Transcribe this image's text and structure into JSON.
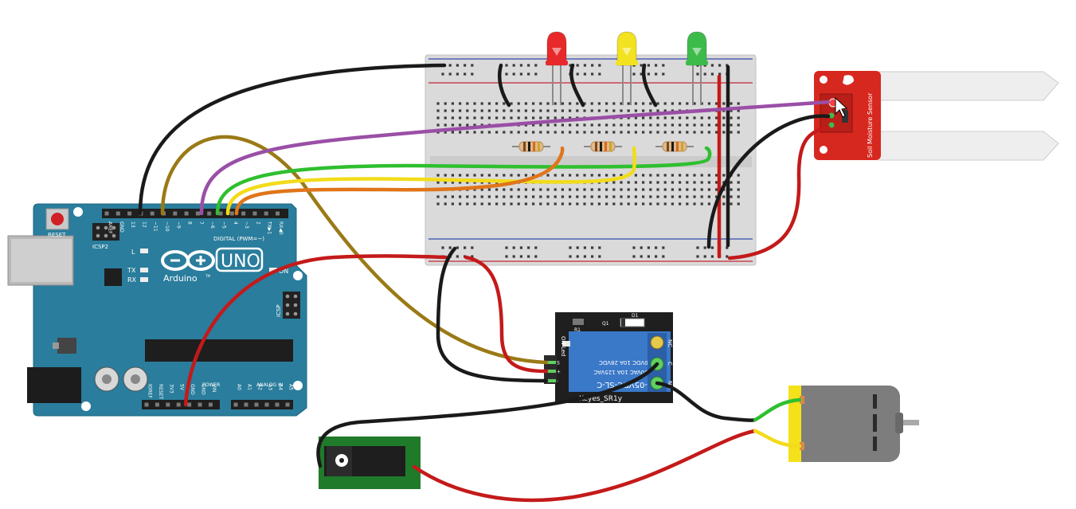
{
  "arduino": {
    "reset_label": "RESET",
    "icsp2_label": "ICSP2",
    "icsp_label": "ICSP",
    "brand": "Arduino",
    "trademark": "TM",
    "model": "UNO",
    "digital_label": "DIGITAL (PWM=~)",
    "on_label": "ON",
    "l_label": "L",
    "tx_label": "TX",
    "rx_label": "RX",
    "power_label": "POWER",
    "analog_label": "ANALOG IN",
    "digital_pins": [
      "AREF",
      "GND",
      "13",
      "12",
      "~11",
      "~10",
      "~9",
      "8",
      "7",
      "~6",
      "~5",
      "4",
      "~3",
      "2",
      "TX▶1",
      "RX◀0"
    ],
    "power_pins": [
      "IOREF",
      "RESET",
      "3V3",
      "5V",
      "GND",
      "GND",
      "VIN"
    ],
    "analog_pins": [
      "A0",
      "A1",
      "A2",
      "A3",
      "A4",
      "A5"
    ]
  },
  "relay": {
    "model_text": "SRD-05VDC-SL-C",
    "rating_lines": [
      "10A 250VAC  10A 125VAC",
      "10A 30VDC  10A 28VDC"
    ],
    "brand_text": "Keyes_SR1y",
    "pin_labels": [
      "S",
      "+",
      "-"
    ],
    "terminal_labels": [
      "NC",
      "C",
      "NO"
    ],
    "led_label": "ON Led",
    "d1_label": "D1",
    "r1_label": "R1",
    "q1_label": "Q1"
  },
  "sensor": {
    "label": "Soil Moisture Sensor"
  },
  "leds": [
    {
      "color_name": "red",
      "fill": "#e8292b"
    },
    {
      "color_name": "yellow",
      "fill": "#f2e21f"
    },
    {
      "color_name": "green",
      "fill": "#3dbb4a"
    }
  ],
  "colors": {
    "arduino_board": "#2a7d9c",
    "sensor_board": "#d7281f",
    "relay_board": "#1f1f1f",
    "relay_block": "#3a78c8",
    "motor_cap": "#f5e11a",
    "jack_board": "#1f7a2a",
    "breadboard": "#dadada",
    "wire_black": "#1a1a1a",
    "wire_red": "#c41a1a",
    "wire_brown": "#9a7a16",
    "wire_purple": "#9a4fa6",
    "wire_green": "#2fbf2f",
    "wire_yellow": "#f2dc1a",
    "wire_orange": "#e0751a"
  }
}
